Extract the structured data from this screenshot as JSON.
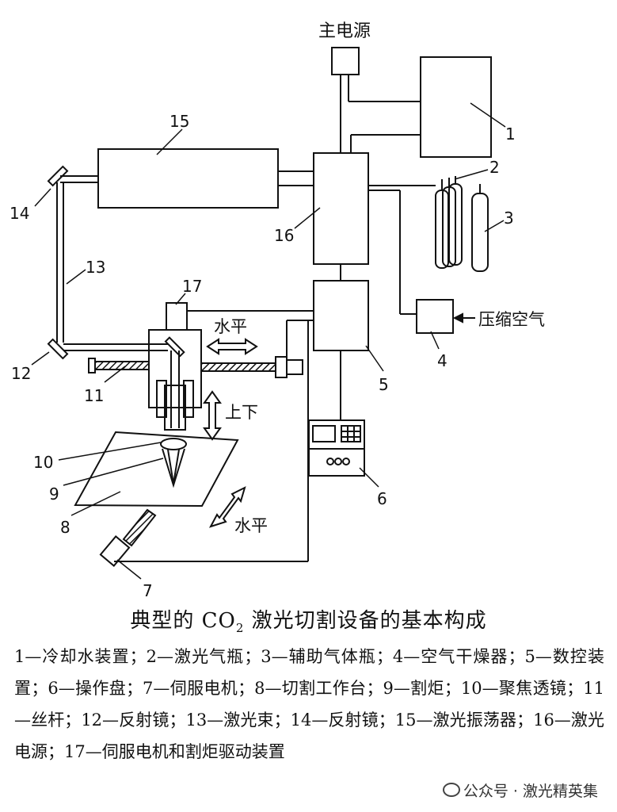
{
  "labels": {
    "main_power": "主电源",
    "horizontal_1": "水平",
    "up_down": "上下",
    "horizontal_2": "水平",
    "compressed_air": "压缩空气",
    "n1": "1",
    "n2": "2",
    "n3": "3",
    "n4": "4",
    "n5": "5",
    "n6": "6",
    "n7": "7",
    "n8": "8",
    "n9": "9",
    "n10": "10",
    "n11": "11",
    "n12": "12",
    "n13": "13",
    "n14": "14",
    "n15": "15",
    "n16": "16",
    "n17": "17"
  },
  "caption": {
    "prefix": "典型的 CO",
    "sub": "2",
    "suffix": " 激光切割设备的基本构成"
  },
  "legend": [
    "1—冷却水装置；",
    "2—激光气瓶；",
    "3—辅助气体瓶；",
    "4—空气干燥器；",
    "5—数控装置；",
    "6—操作盘；",
    "7—伺服电机；",
    "8—切割工作台；",
    "9—割炬；",
    "10—聚焦透镜；",
    "11—丝杆；",
    "12—反射镜；",
    "13—激光束；",
    "14—反射镜；",
    "15—激光振荡器；",
    "16—激光电源；",
    "17—伺服电机和割炬驱动装置"
  ],
  "watermark": "公众号 · 激光精英集"
}
